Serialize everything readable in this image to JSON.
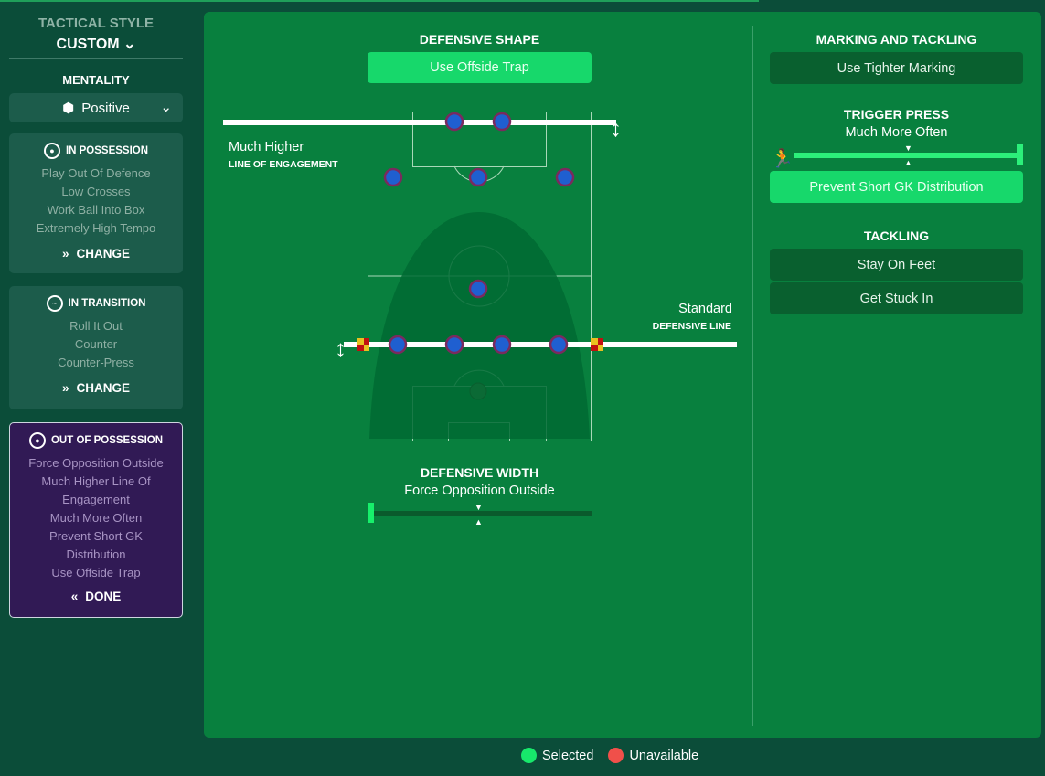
{
  "sidebar": {
    "tactical_style_label": "TACTICAL STYLE",
    "tactical_style_value": "CUSTOM",
    "mentality_label": "MENTALITY",
    "mentality_value": "Positive",
    "in_possession": {
      "title": "IN POSSESSION",
      "items": [
        "Play Out Of Defence",
        "Low Crosses",
        "Work Ball Into Box",
        "Extremely High Tempo"
      ],
      "action": "CHANGE"
    },
    "in_transition": {
      "title": "IN TRANSITION",
      "items": [
        "Roll It Out",
        "Counter",
        "Counter-Press"
      ],
      "action": "CHANGE"
    },
    "out_of_possession": {
      "title": "OUT OF POSSESSION",
      "items": [
        "Force Opposition Outside",
        "Much Higher Line Of Engagement",
        "Much More Often",
        "Prevent Short GK Distribution",
        "Use Offside Trap"
      ],
      "action": "DONE"
    }
  },
  "defensive_shape": {
    "title": "DEFENSIVE SHAPE",
    "offside_trap": "Use Offside Trap",
    "line_of_engagement_value": "Much Higher",
    "line_of_engagement_label": "LINE OF ENGAGEMENT",
    "defensive_line_value": "Standard",
    "defensive_line_label": "DEFENSIVE LINE"
  },
  "defensive_width": {
    "title": "DEFENSIVE WIDTH",
    "value": "Force Opposition Outside"
  },
  "marking": {
    "title": "MARKING AND TACKLING",
    "tighter_marking": "Use Tighter Marking"
  },
  "trigger_press": {
    "title": "TRIGGER PRESS",
    "value": "Much More Often",
    "level": 1.0,
    "gk_distribution": "Prevent Short GK Distribution"
  },
  "tackling": {
    "title": "TACKLING",
    "options": [
      "Stay On Feet",
      "Get Stuck In"
    ]
  },
  "legend": {
    "selected": "Selected",
    "unavailable": "Unavailable"
  },
  "colors": {
    "selected": "#17d86b",
    "unavailable": "#f0504a",
    "panel": "#08803e",
    "player": "#1f5fd0"
  }
}
